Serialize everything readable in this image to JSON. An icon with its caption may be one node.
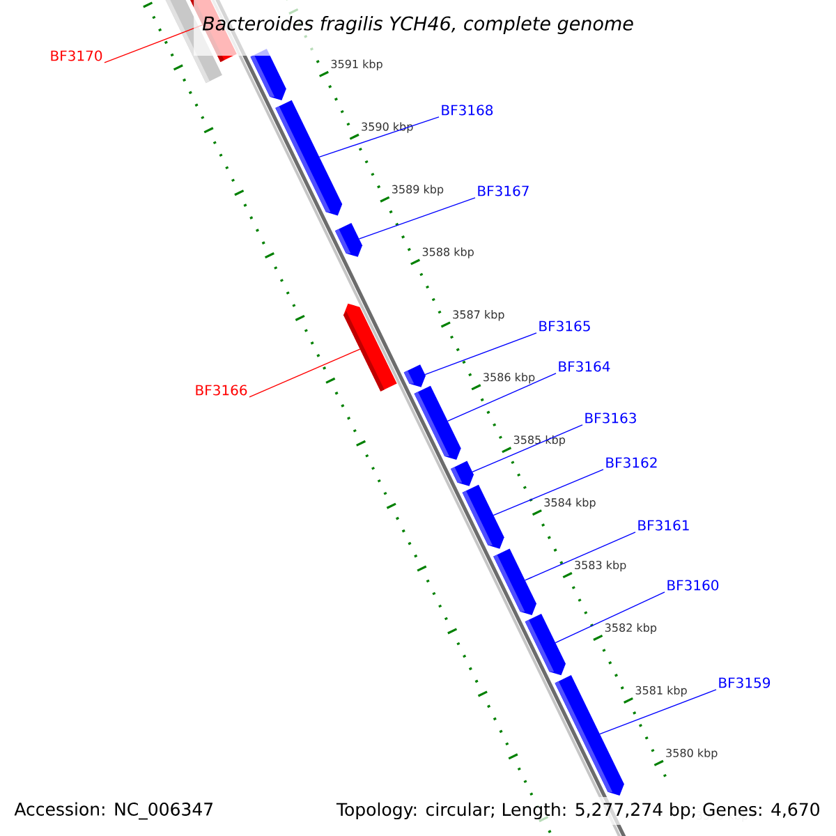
{
  "diagram": {
    "title": "Bacteroides fragilis YCH46, complete genome",
    "nodes": [
      {
        "text": [
          "BF3170"
        ]
      },
      {
        "text": [
          "BF3168"
        ]
      },
      {
        "text": [
          "BF3167"
        ]
      },
      {
        "text": [
          "BF3165"
        ]
      },
      {
        "text": [
          "BF3164"
        ]
      },
      {
        "text": [
          "BF3166"
        ]
      },
      {
        "text": [
          "BF3163"
        ]
      },
      {
        "text": [
          "BF3162"
        ]
      },
      {
        "text": [
          "BF3161"
        ]
      },
      {
        "text": [
          "BF3160"
        ]
      },
      {
        "text": [
          "BF3159"
        ]
      },
      {
        "text": [],
        "shape": "arrow"
      },
      {
        "text": [],
        "shape": "arrow"
      },
      {
        "text": [],
        "shape": "arrow"
      },
      {
        "text": [],
        "shape": "arrow"
      },
      {
        "text": [],
        "shape": "arrow"
      },
      {
        "text": [],
        "shape": "arrow"
      },
      {
        "text": [],
        "shape": "arrow"
      },
      {
        "text": [],
        "shape": "arrow"
      },
      {
        "text": [],
        "shape": "arrow"
      },
      {
        "text": [],
        "shape": "arrow"
      },
      {
        "text": [],
        "shape": "arrow"
      },
      {
        "text": [],
        "shape": "arrow"
      },
      {
        "text": [],
        "shape": "arrow"
      }
    ],
    "edges": [
      {
        "from": 0,
        "to": 12,
        "arrow": "none",
        "color": "#ff0000"
      },
      {
        "from": 1,
        "to": 14,
        "arrow": "none"
      },
      {
        "from": 2,
        "to": 15,
        "arrow": "none"
      },
      {
        "from": 3,
        "to": 17,
        "arrow": "none"
      },
      {
        "from": 4,
        "to": 18,
        "arrow": "none"
      },
      {
        "from": 5,
        "to": 16,
        "arrow": "none",
        "color": "#ff0000"
      },
      {
        "from": 6,
        "to": 19,
        "arrow": "none"
      },
      {
        "from": 7,
        "to": 20,
        "arrow": "none"
      },
      {
        "from": 8,
        "to": 21,
        "arrow": "none"
      },
      {
        "from": 9,
        "to": 22,
        "arrow": "none"
      },
      {
        "from": 10,
        "to": 23,
        "arrow": "none"
      }
    ],
    "labels": [
      "3591 kbp",
      "3590 kbp",
      "3589 kbp",
      "3588 kbp",
      "3587 kbp",
      "3586 kbp",
      "3585 kbp",
      "3584 kbp",
      "3583 kbp",
      "3582 kbp",
      "3581 kbp",
      "3580 kbp",
      "3579 kbp",
      "Accession: NC_006347",
      "Topology: circular; Length: 5,277,274 bp; Genes: 4,670"
    ]
  }
}
